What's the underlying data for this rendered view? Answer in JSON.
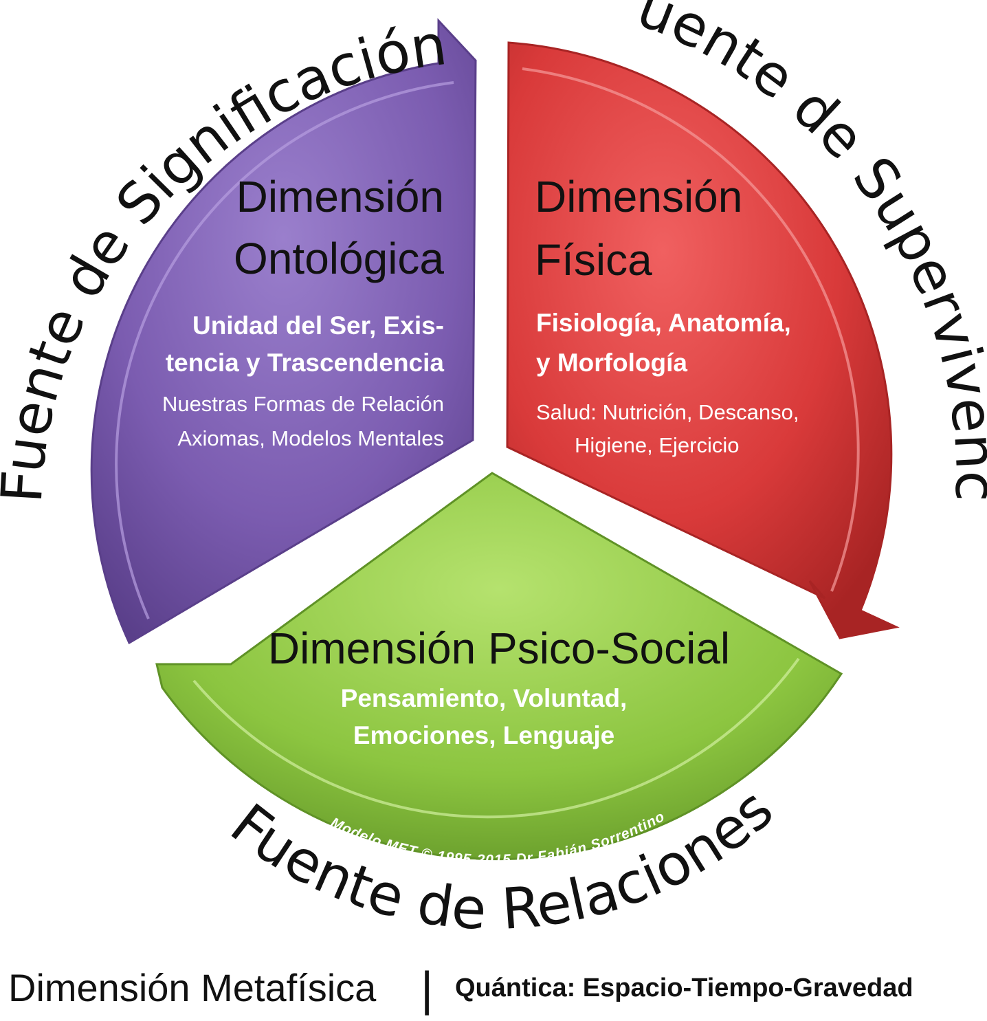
{
  "segments": {
    "ontologica": {
      "title_line1": "Dimensión",
      "title_line2": "Ontológica",
      "sub_line1": "Unidad del Ser, Exis-",
      "sub_line2": "tencia y Trascendencia",
      "small_line1": "Nuestras Formas de Relación",
      "small_line2": "Axiomas, Modelos Mentales",
      "color": "#7b5cb0"
    },
    "fisica": {
      "title_line1": "Dimensión",
      "title_line2": "Física",
      "sub_line1": "Fisiología, Anatomía,",
      "sub_line2": "y Morfología",
      "small_line1": "Salud: Nutrición, Descanso,",
      "small_line2": "Higiene, Ejercicio",
      "color": "#d93a3a"
    },
    "psicosocial": {
      "title": "Dimensión Psico-Social",
      "sub_line1": "Pensamiento, Voluntad,",
      "sub_line2": "Emociones, Lenguaje",
      "color": "#8cc540"
    }
  },
  "outer_labels": {
    "left": "Fuente de Significación",
    "right": "Fuente de Supervivencia",
    "bottom": "Fuente de Relaciones"
  },
  "copyright": "Modelo MET © 1995-2015 Dr Fabián Sorrentino",
  "footer": {
    "main": "Dimensión Metafísica",
    "separator": "|",
    "sub": "Quántica: Espacio-Tiempo-Gravedad"
  }
}
